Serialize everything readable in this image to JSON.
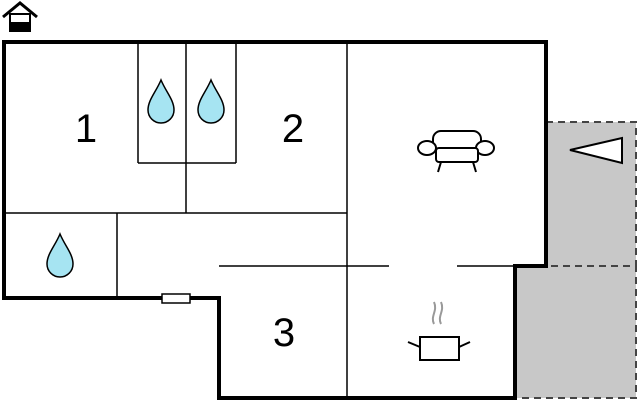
{
  "floorplan": {
    "colors": {
      "wall": "#000000",
      "floor": "#ffffff",
      "terrace": "#c8c8c8",
      "water": "#a6e4f2"
    },
    "icons": {
      "level": "house-level-icon",
      "shower": "water-drop-icon",
      "living": "armchair-icon",
      "kitchen": "cooking-pot-icon",
      "terrace": "triangle-marker-icon"
    },
    "rooms": {
      "bedroom_1": {
        "label": "1"
      },
      "bedroom_2": {
        "label": "2"
      },
      "bedroom_3": {
        "label": "3"
      }
    }
  }
}
